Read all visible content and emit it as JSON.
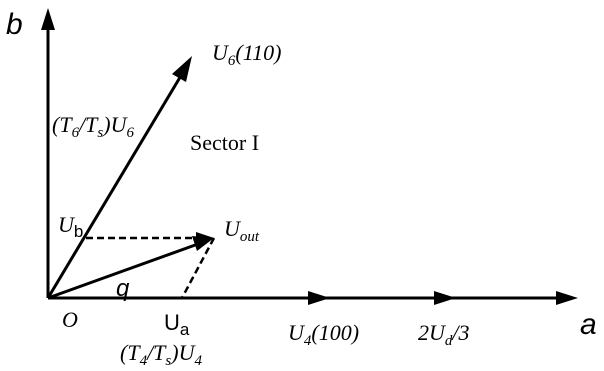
{
  "axes": {
    "vertical_label": "b",
    "horizontal_label": "a",
    "origin_label": "O"
  },
  "vectors": {
    "u6": {
      "base": "U",
      "sub": "6",
      "tail": "(110)"
    },
    "u6_component": {
      "pre": "(T",
      "sub1": "6",
      "mid": "/T",
      "sub2": "s",
      "post": ")U",
      "sub3": "6"
    },
    "u_out": {
      "base": "U",
      "sub": "out"
    },
    "u_b": {
      "base": "U",
      "sub": "b"
    },
    "u_a": {
      "base": "U",
      "sub": "a"
    },
    "u4_component": {
      "pre": "(T",
      "sub1": "4",
      "mid": "/T",
      "sub2": "s",
      "post": ")U",
      "sub3": "4"
    },
    "u4": {
      "base": "U",
      "sub": "4",
      "tail": "(100)"
    },
    "two_ud_3": {
      "pre": "2U",
      "sub": "d",
      "post": "/3"
    }
  },
  "angle_label": "q",
  "sector_label": "Sector I",
  "colors": {
    "stroke": "#000000",
    "background": "#ffffff"
  }
}
